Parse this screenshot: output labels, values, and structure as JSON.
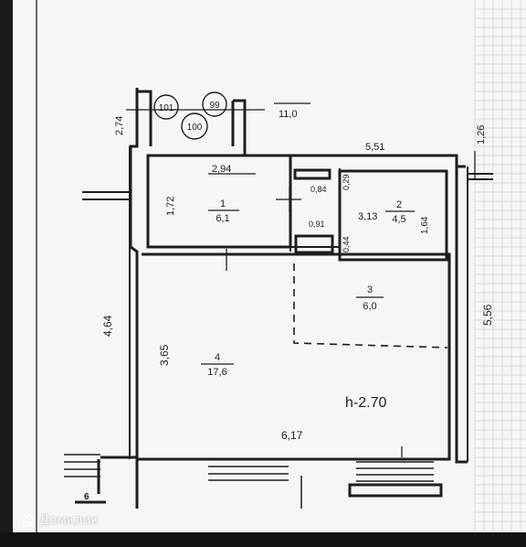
{
  "plan": {
    "height_label": "h-2.70",
    "rooms": [
      {
        "number": "1",
        "area": "6,1"
      },
      {
        "number": "2",
        "area": "4,5"
      },
      {
        "number": "3",
        "area": "6,0"
      },
      {
        "number": "4",
        "area": "17,6"
      }
    ],
    "markers": [
      "101",
      "99",
      "100"
    ],
    "dimensions": {
      "d_274": "2,74",
      "d_110": "11,0",
      "d_126": "1,26",
      "d_551": "5,51",
      "d_294": "2,94",
      "d_172": "1,72",
      "d_084": "0,84",
      "d_029": "0,29",
      "d_313": "3,13",
      "d_164": "1,64",
      "d_091": "0,91",
      "d_044": "0,44",
      "d_464": "4,64",
      "d_556": "5,56",
      "d_365": "3,65",
      "d_617": "6,17",
      "d_6": "6"
    }
  },
  "watermark": {
    "text": "Домклик"
  },
  "colors": {
    "ink": "#1e1e1e",
    "paper": "#f6f6f3",
    "grid": "#d9dcdf"
  }
}
